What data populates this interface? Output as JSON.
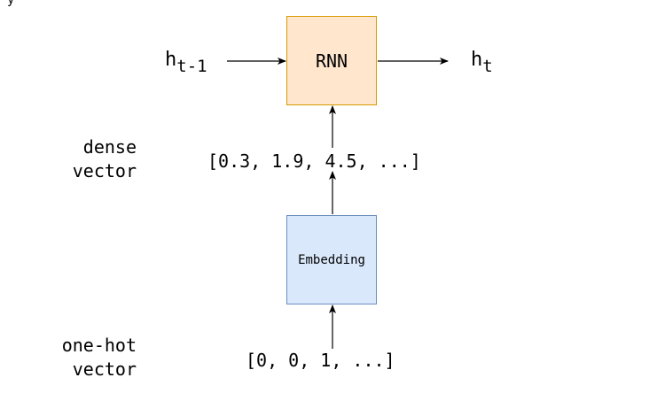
{
  "diagram": {
    "rnn_box": {
      "label": "RNN",
      "fill": "#ffe6cc",
      "stroke": "#d79b00"
    },
    "embedding_box": {
      "label": "Embedding",
      "fill": "#dae8fc",
      "stroke": "#6c8ebf"
    },
    "input_state": {
      "base": "h",
      "subscript": "t-1"
    },
    "output_state": {
      "base": "h",
      "subscript": "t"
    },
    "dense_vector": {
      "values": "[0.3, 1.9, 4.5, ...]",
      "label_line1": "dense",
      "label_line2": "vector"
    },
    "one_hot_vector": {
      "values": "[0, 0, 1, ...]",
      "label_line1": "one-hot",
      "label_line2": "vector"
    },
    "corner_mark": "y"
  }
}
